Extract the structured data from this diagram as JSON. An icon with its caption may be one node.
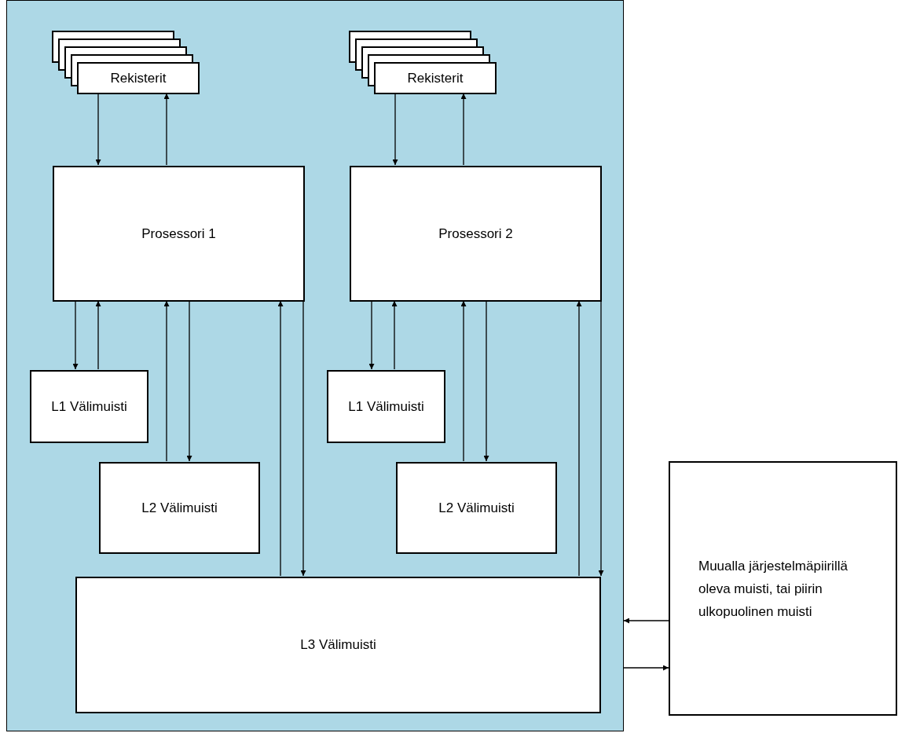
{
  "diagram": {
    "nodes": [
      {
        "text": [],
        "shape": "box"
      },
      {
        "text": [
          "Rekisterit"
        ],
        "in": 0
      },
      {
        "text": [
          "Prosessori 1"
        ],
        "in": 0
      },
      {
        "text": [
          "L1 Välimuisti"
        ],
        "in": 0
      },
      {
        "text": [
          "L2 Välimuisti"
        ],
        "in": 0
      },
      {
        "text": [
          "Rekisterit"
        ],
        "in": 0
      },
      {
        "text": [
          "Prosessori 2"
        ],
        "in": 0
      },
      {
        "text": [
          "L1 Välimuisti"
        ],
        "in": 0
      },
      {
        "text": [
          "L2 Välimuisti"
        ],
        "in": 0
      },
      {
        "text": [
          "L3 Välimuisti"
        ],
        "in": 0
      },
      {
        "text": [
          "Muualla järjestelmäpiirillä oleva muisti, tai piirin ulkopuolinen muisti"
        ]
      }
    ],
    "edges": [
      {
        "from": 1,
        "to": 2,
        "arrow": "to"
      },
      {
        "from": 2,
        "to": 1,
        "arrow": "to"
      },
      {
        "from": 2,
        "to": 3,
        "arrow": "to"
      },
      {
        "from": 3,
        "to": 2,
        "arrow": "to"
      },
      {
        "from": 4,
        "to": 2,
        "arrow": "to"
      },
      {
        "from": 2,
        "to": 4,
        "arrow": "to"
      },
      {
        "from": 9,
        "to": 2,
        "arrow": "to"
      },
      {
        "from": 2,
        "to": 9,
        "arrow": "to"
      },
      {
        "from": 5,
        "to": 6,
        "arrow": "to"
      },
      {
        "from": 6,
        "to": 5,
        "arrow": "to"
      },
      {
        "from": 6,
        "to": 7,
        "arrow": "to"
      },
      {
        "from": 7,
        "to": 6,
        "arrow": "to"
      },
      {
        "from": 8,
        "to": 6,
        "arrow": "to"
      },
      {
        "from": 6,
        "to": 8,
        "arrow": "to"
      },
      {
        "from": 9,
        "to": 6,
        "arrow": "to"
      },
      {
        "from": 6,
        "to": 9,
        "arrow": "to"
      },
      {
        "from": 10,
        "to": 0,
        "arrow": "to"
      },
      {
        "from": 0,
        "to": 10,
        "arrow": "to"
      }
    ]
  }
}
